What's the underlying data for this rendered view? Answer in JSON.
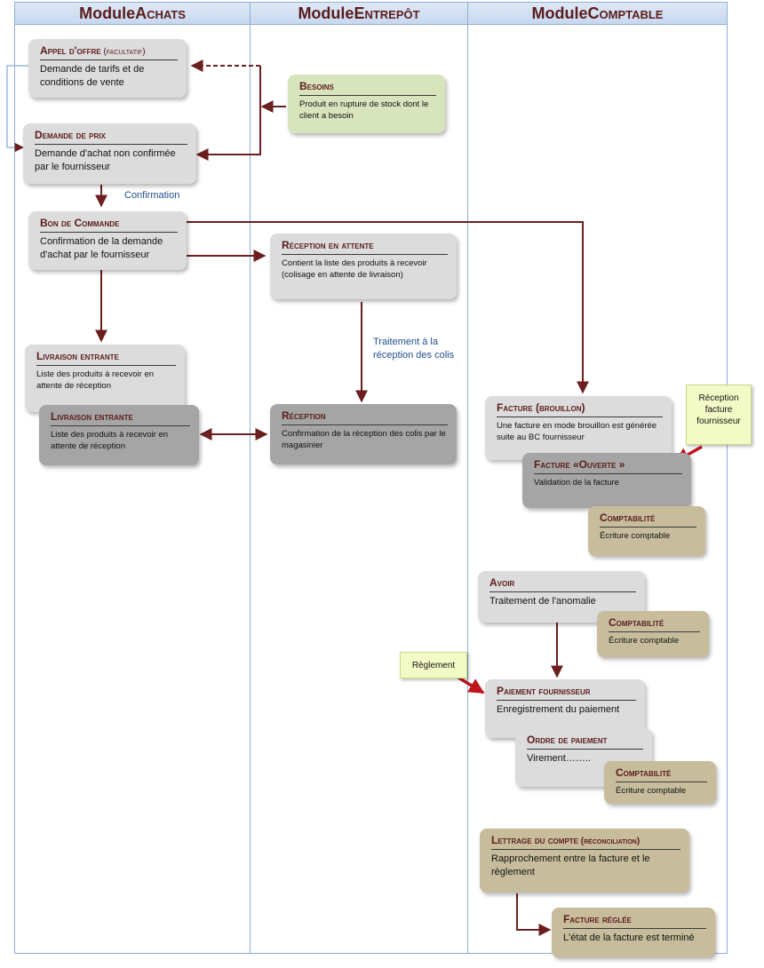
{
  "headers": [
    {
      "pre": "Module ",
      "caps": "Achats"
    },
    {
      "pre": "Module ",
      "caps": "Entrepôt"
    },
    {
      "pre": "Module ",
      "caps": "Comptable"
    }
  ],
  "boxes": {
    "appel_offre": {
      "title": "Appel d'offre",
      "title_suffix": " (facultatif)",
      "desc": "Demande de tarifs et de conditions de vente"
    },
    "demande_prix": {
      "title": "Demande de prix",
      "desc": "Demande d'achat non confirmée par le fournisseur"
    },
    "bon_commande": {
      "title": "Bon de Commande",
      "desc": "Confirmation de la demande d'achat par le fournisseur"
    },
    "livraison_1": {
      "title": "Livraison entrante",
      "desc": "Liste des produits à recevoir en attente de réception"
    },
    "livraison_2": {
      "title": "Livraison entrante",
      "desc": "Liste des produits à recevoir en attente de réception"
    },
    "besoins": {
      "title": "Besoins",
      "desc": "Produit en rupture de stock dont le client a besoin"
    },
    "reception_attente": {
      "title": "Réception en attente",
      "desc": "Contient la liste des produits à recevoir (colisage en attente de livraison)"
    },
    "reception": {
      "title": "Réception",
      "desc": "Confirmation de la réception des colis par le magasinier"
    },
    "facture_brouillon": {
      "title": "Facture (brouillon)",
      "desc": "Une facture en mode brouillon est générée suite au BC fournisseur"
    },
    "facture_ouverte": {
      "title": "Facture «Ouverte »",
      "desc": "Validation de la facture"
    },
    "comptabilite_1": {
      "title": "Comptabilité",
      "desc": "Écriture comptable"
    },
    "avoir": {
      "title": "Avoir",
      "desc": "Traitement de l'anomalie"
    },
    "comptabilite_2": {
      "title": "Comptabilité",
      "desc": "Écriture comptable"
    },
    "paiement": {
      "title": "Paiement fournisseur",
      "desc": "Enregistrement du paiement"
    },
    "ordre_paiement": {
      "title": "Ordre de paiement",
      "desc": "Virement…….."
    },
    "comptabilite_3": {
      "title": "Comptabilité",
      "desc": "Écriture comptable"
    },
    "lettrage": {
      "title": "Lettrage du compte",
      "title_suffix": " (réconciliation)",
      "desc": "Rapprochement entre la facture et le règlement"
    },
    "facture_reglee": {
      "title": "Facture réglée",
      "desc": "L'état de la facture est terminé"
    }
  },
  "labels": {
    "confirmation": "Confirmation",
    "traitement": "Traitement à la réception des colis"
  },
  "notes": {
    "reception_facture": "Réception facture fournisseur",
    "reglement": "Règlement"
  },
  "colors": {
    "arrow": "#6b1f1f",
    "accent_red": "#c0141c",
    "dashed_link": "#9ab8db",
    "lane_border": "#8db0d8"
  }
}
